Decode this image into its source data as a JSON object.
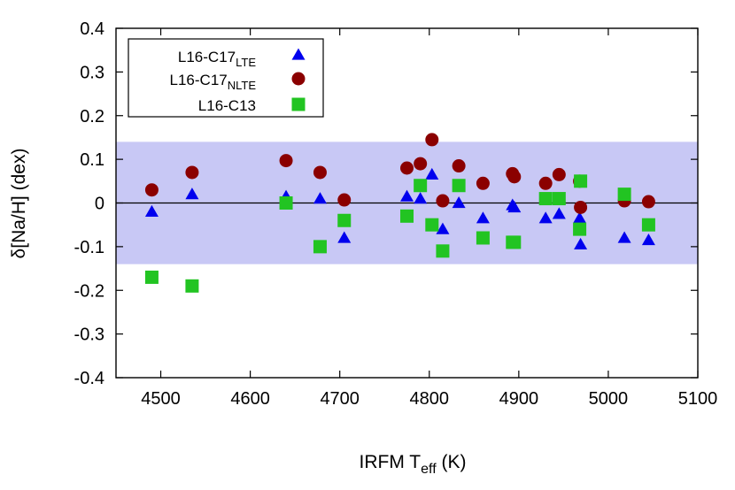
{
  "chart_data": {
    "type": "scatter",
    "title": "",
    "xlabel": {
      "main": "IRFM T",
      "sub": "eff",
      "suffix": " (K)"
    },
    "ylabel": "δ[Na/H] (dex)",
    "xlim": [
      4450,
      5100
    ],
    "ylim": [
      -0.4,
      0.4
    ],
    "x_ticks": [
      "4500",
      "4600",
      "4700",
      "4800",
      "4900",
      "5000",
      "5100"
    ],
    "y_ticks": [
      "0.4",
      "0.3",
      "0.2",
      "0.1",
      "0",
      "-0.1",
      "-0.2",
      "-0.3",
      "-0.4"
    ],
    "band": {
      "y_min": -0.14,
      "y_max": 0.14,
      "color": "#c8c8f5"
    },
    "zero_line": 0,
    "grid": false,
    "legend_position": "top-left",
    "series": [
      {
        "name": "L16-C17",
        "name_sub": "LTE",
        "marker": "triangle",
        "color": "#0000ee",
        "points": [
          [
            4490,
            -0.02
          ],
          [
            4535,
            0.02
          ],
          [
            4640,
            0.015
          ],
          [
            4678,
            0.01
          ],
          [
            4705,
            -0.08
          ],
          [
            4775,
            0.015
          ],
          [
            4790,
            0.01
          ],
          [
            4803,
            0.065
          ],
          [
            4815,
            -0.06
          ],
          [
            4833,
            0.0
          ],
          [
            4860,
            -0.035
          ],
          [
            4893,
            -0.005
          ],
          [
            4895,
            -0.01
          ],
          [
            4930,
            -0.035
          ],
          [
            4945,
            -0.025
          ],
          [
            4968,
            -0.035
          ],
          [
            4969,
            -0.095
          ],
          [
            5018,
            -0.08
          ],
          [
            5045,
            -0.085
          ]
        ]
      },
      {
        "name": "L16-C17",
        "name_sub": "NLTE",
        "marker": "circle",
        "color": "#8b0000",
        "points": [
          [
            4490,
            0.03
          ],
          [
            4535,
            0.07
          ],
          [
            4640,
            0.097
          ],
          [
            4678,
            0.07
          ],
          [
            4705,
            0.007
          ],
          [
            4775,
            0.08
          ],
          [
            4790,
            0.09
          ],
          [
            4803,
            0.145
          ],
          [
            4815,
            0.005
          ],
          [
            4833,
            0.085
          ],
          [
            4860,
            0.045
          ],
          [
            4893,
            0.067
          ],
          [
            4895,
            0.06
          ],
          [
            4930,
            0.045
          ],
          [
            4945,
            0.065
          ],
          [
            4968,
            0.05
          ],
          [
            4969,
            -0.01
          ],
          [
            5018,
            0.005
          ],
          [
            5045,
            0.003
          ]
        ]
      },
      {
        "name": "L16-C13",
        "name_sub": "",
        "marker": "square",
        "color": "#22c422",
        "points": [
          [
            4490,
            -0.17
          ],
          [
            4535,
            -0.19
          ],
          [
            4640,
            0.0
          ],
          [
            4678,
            -0.1
          ],
          [
            4705,
            -0.04
          ],
          [
            4775,
            -0.03
          ],
          [
            4790,
            0.04
          ],
          [
            4803,
            -0.05
          ],
          [
            4815,
            -0.11
          ],
          [
            4833,
            0.04
          ],
          [
            4860,
            -0.08
          ],
          [
            4893,
            -0.09
          ],
          [
            4895,
            -0.09
          ],
          [
            4930,
            0.01
          ],
          [
            4945,
            0.01
          ],
          [
            4968,
            -0.06
          ],
          [
            4969,
            0.05
          ],
          [
            5018,
            0.02
          ],
          [
            5045,
            -0.05
          ]
        ]
      }
    ]
  }
}
